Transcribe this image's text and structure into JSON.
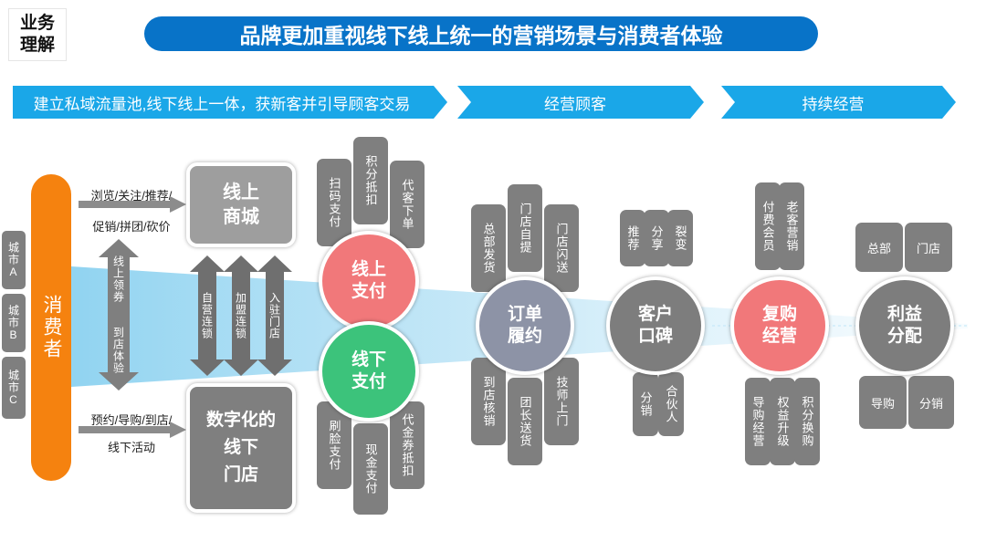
{
  "tag": {
    "line1": "业务",
    "line2": "理解"
  },
  "title": "品牌更加重视线下线上统一的营销场景与消费者体验",
  "chevrons": [
    {
      "label": "建立私域流量池,线下线上一体，获新客并引导顾客交易"
    },
    {
      "label": "经营顾客"
    },
    {
      "label": "持续经营"
    }
  ],
  "cities": [
    "城市A",
    "城市B",
    "城市C"
  ],
  "consumer": "消费者",
  "online_channel": "浏览/关注/推荐/",
  "online_channel2": "促销/拼团/砍价",
  "offline_channel": "预约/导购/到店/",
  "offline_channel2": "线下活动",
  "coupon_arrow": {
    "top": "线上领券",
    "bottom": "到店体验"
  },
  "online_store": {
    "line1": "线上",
    "line2": "商城"
  },
  "offline_store": {
    "line1": "数字化的",
    "line2": "线下",
    "line3": "门店"
  },
  "store_links": [
    "自营连锁",
    "加盟连锁",
    "入驻门店"
  ],
  "online_pay": {
    "line1": "线上",
    "line2": "支付",
    "methods": [
      "扫码支付",
      "积分抵扣",
      "代客下单"
    ]
  },
  "offline_pay": {
    "line1": "线下",
    "line2": "支付",
    "methods": [
      "刷脸支付",
      "现金支付",
      "代金券抵扣"
    ]
  },
  "fulfillment": {
    "line1": "订单",
    "line2": "履约",
    "top": [
      "总部发货",
      "门店自提",
      "门店闪送"
    ],
    "bottom": [
      "到店核销",
      "团长送货",
      "技师上门"
    ]
  },
  "word_of_mouth": {
    "line1": "客户",
    "line2": "口碑",
    "top": [
      "推荐",
      "分享",
      "裂变"
    ],
    "bottom": [
      "分销",
      "合伙人"
    ]
  },
  "repurchase": {
    "line1": "复购",
    "line2": "经营",
    "top": [
      "付费会员",
      "老客营销"
    ],
    "bottom": [
      "导购经营",
      "权益升级",
      "积分换购"
    ]
  },
  "profit": {
    "line1": "利益",
    "line2": "分配",
    "top": [
      "总部",
      "门店"
    ],
    "bottom": [
      "导购",
      "分销"
    ]
  },
  "colors": {
    "title_bg": "#0873c8",
    "chevron": "#1aa7e8",
    "consumer": "#f5820f",
    "gray": "#7f7f7f",
    "online_pay": "#f1787a",
    "offline_pay": "#3cc37b",
    "beam": "#6cc5ec"
  }
}
